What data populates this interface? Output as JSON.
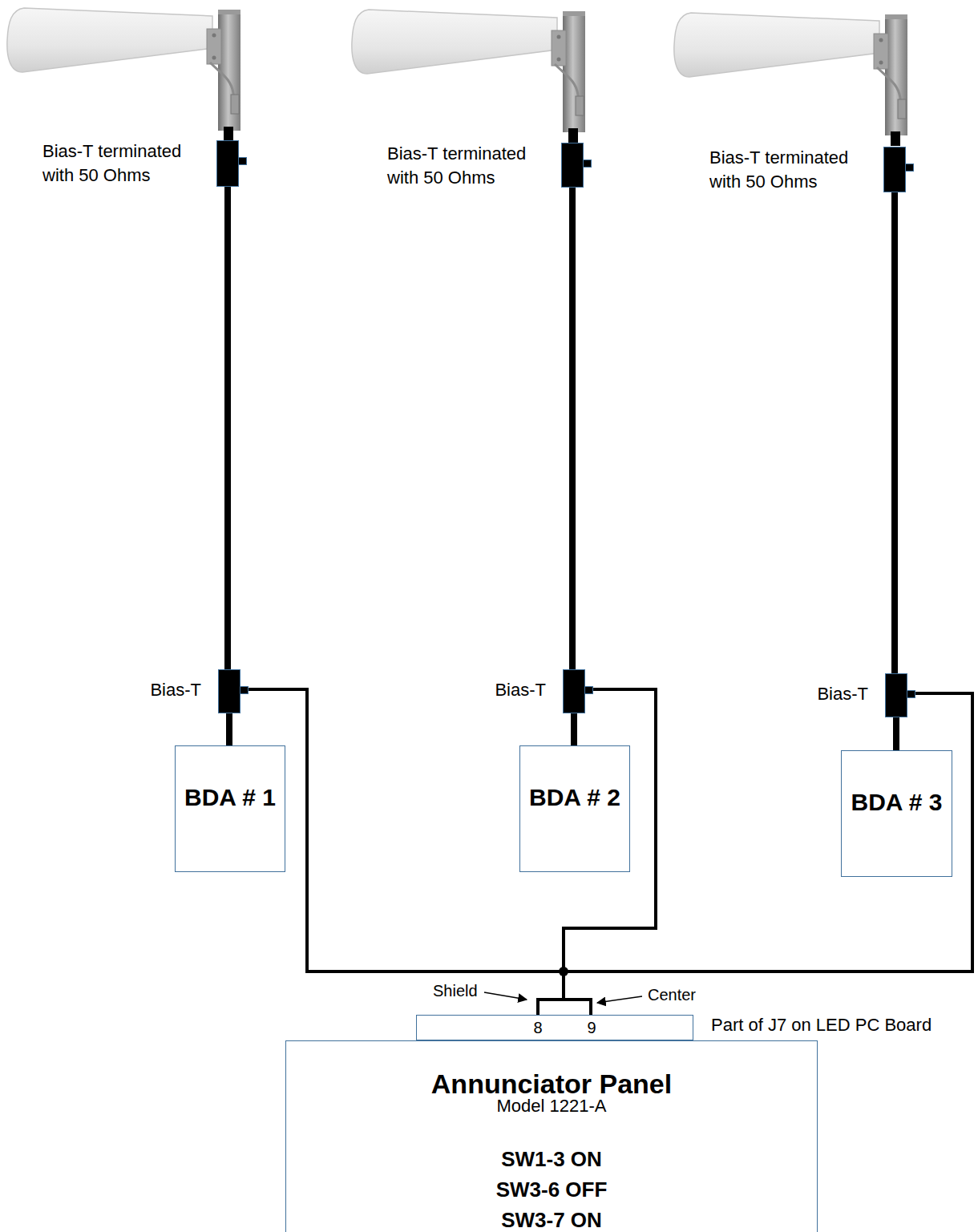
{
  "diagram": {
    "nodes": [
      {
        "text": [
          "Bias-T terminated with 50 Ohms"
        ]
      },
      {
        "text": [
          "Bias-T terminated with 50 Ohms"
        ]
      },
      {
        "text": [
          "Bias-T terminated with 50 Ohms"
        ]
      },
      {
        "text": [
          "Bias-T"
        ]
      },
      {
        "text": [
          "Bias-T"
        ]
      },
      {
        "text": [
          "Bias-T"
        ]
      },
      {
        "text": [
          "BDA # 1"
        ]
      },
      {
        "text": [
          "BDA # 2"
        ]
      },
      {
        "text": [
          "BDA # 3"
        ]
      },
      {
        "text": [
          "8",
          "9"
        ]
      },
      {
        "text": [
          "Annunciator Panel",
          "Model 1221-A",
          "SW1-3 ON",
          "SW3-6 OFF",
          "SW3-7 ON"
        ]
      }
    ],
    "edges": [
      {
        "from": 0,
        "to": 3,
        "arrow": "none"
      },
      {
        "from": 1,
        "to": 4,
        "arrow": "none"
      },
      {
        "from": 2,
        "to": 5,
        "arrow": "none"
      },
      {
        "from": 3,
        "to": 6,
        "arrow": "none"
      },
      {
        "from": 4,
        "to": 7,
        "arrow": "none"
      },
      {
        "from": 5,
        "to": 8,
        "arrow": "none"
      },
      {
        "from": 3,
        "to": 9,
        "arrow": "none"
      },
      {
        "from": 4,
        "to": 9,
        "arrow": "none"
      },
      {
        "from": 5,
        "to": 9,
        "arrow": "none"
      }
    ],
    "labels": [
      "Shield",
      "Center",
      "Part of J7 on LED PC Board"
    ]
  }
}
